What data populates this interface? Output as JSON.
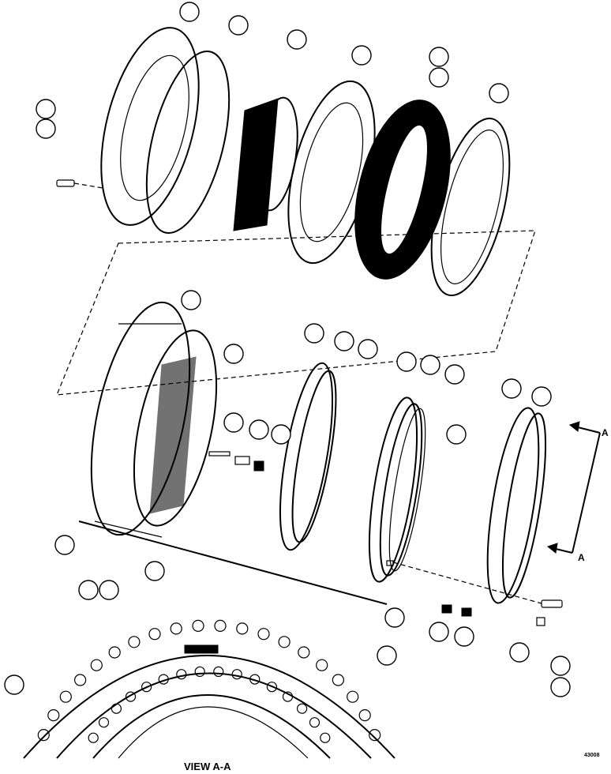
{
  "figure_id": "43008",
  "view_label": "VIEW A-A",
  "section_marker": "A",
  "callout_count": 37
}
